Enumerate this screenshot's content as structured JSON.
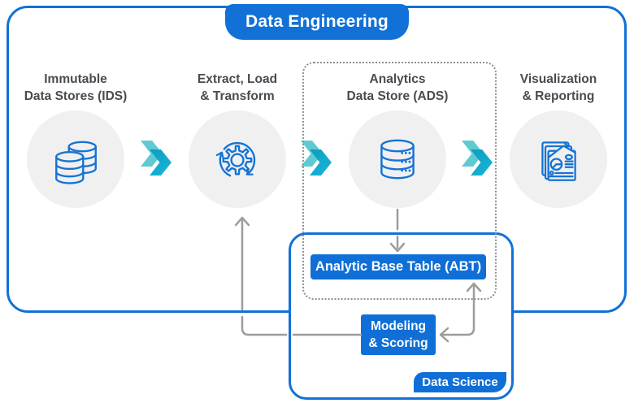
{
  "title": "Data Engineering",
  "stages": [
    {
      "label_line1": "Immutable",
      "label_line2": "Data Stores (IDS)",
      "icon": "databases-icon"
    },
    {
      "label_line1": "Extract, Load",
      "label_line2": "& Transform",
      "icon": "elt-cycle-icon"
    },
    {
      "label_line1": "Analytics",
      "label_line2": "Data Store (ADS)",
      "icon": "database-icon"
    },
    {
      "label_line1": "Visualization",
      "label_line2": "& Reporting",
      "icon": "report-icon"
    }
  ],
  "data_science": {
    "abt_label": "Analytic Base Table (ABT)",
    "modeling_line1": "Modeling",
    "modeling_line2": "& Scoring",
    "tag_label": "Data Science"
  },
  "colors": {
    "accent_blue": "#1171d6",
    "button_blue": "#0f6fd6",
    "icon_blue": "#1573d4",
    "circle_fill": "#f0f0f1",
    "label_gray": "#474c51",
    "arrow_gray": "#9d9d9d",
    "dotted_gray": "#8b9096",
    "chevron_front": "#19b7dd",
    "chevron_back": "#5fcad3"
  }
}
